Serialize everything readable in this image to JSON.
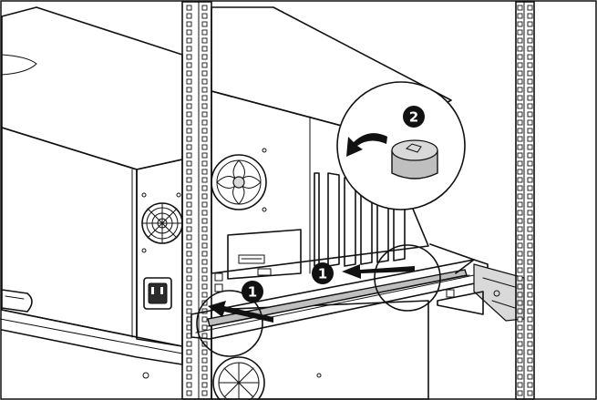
{
  "figure": {
    "callouts": [
      {
        "id": "step-1-left",
        "label": "1"
      },
      {
        "id": "step-1-right",
        "label": "1"
      },
      {
        "id": "step-2",
        "label": "2"
      }
    ],
    "colors": {
      "line": "#111111",
      "fill_gray": "#bfbfbf",
      "badge": "#111111",
      "background": "#ffffff"
    },
    "icons": [
      "rotate-arrow-icon",
      "thumbscrew-icon",
      "push-arrow-icon",
      "fan-grille-icon"
    ]
  }
}
